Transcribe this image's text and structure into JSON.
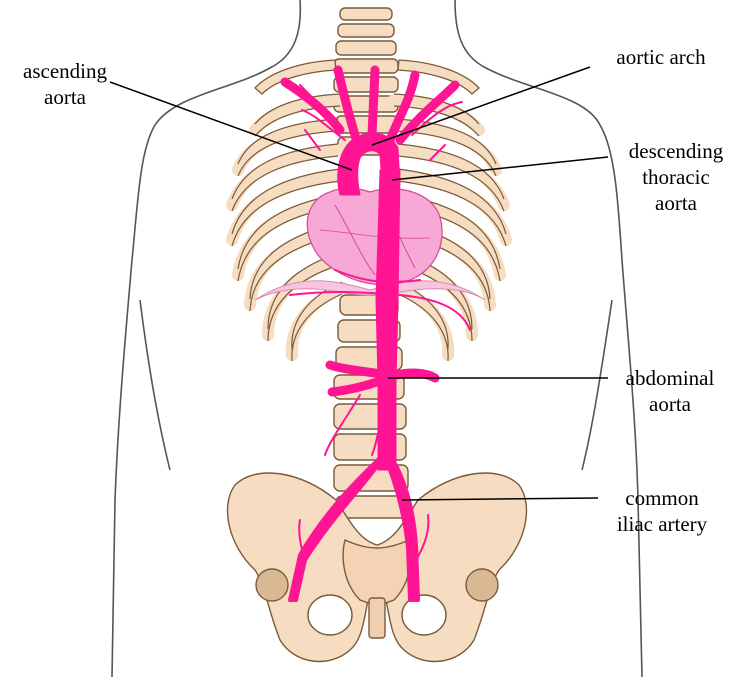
{
  "labels": {
    "ascending_aorta": {
      "line1": "ascending",
      "line2": "aorta"
    },
    "aortic_arch": {
      "line1": "aortic arch"
    },
    "descending_thoracic_aorta": {
      "line1": "descending",
      "line2": "thoracic",
      "line3": "aorta"
    },
    "abdominal_aorta": {
      "line1": "abdominal",
      "line2": "aorta"
    },
    "common_iliac_artery": {
      "line1": "common",
      "line2": "iliac artery"
    }
  },
  "colors": {
    "artery": "#ff1493",
    "heart": "#f7a8d4",
    "bone": "#f6dcc0",
    "bone_outline": "#7a5a3a",
    "body_outline": "#555555"
  }
}
